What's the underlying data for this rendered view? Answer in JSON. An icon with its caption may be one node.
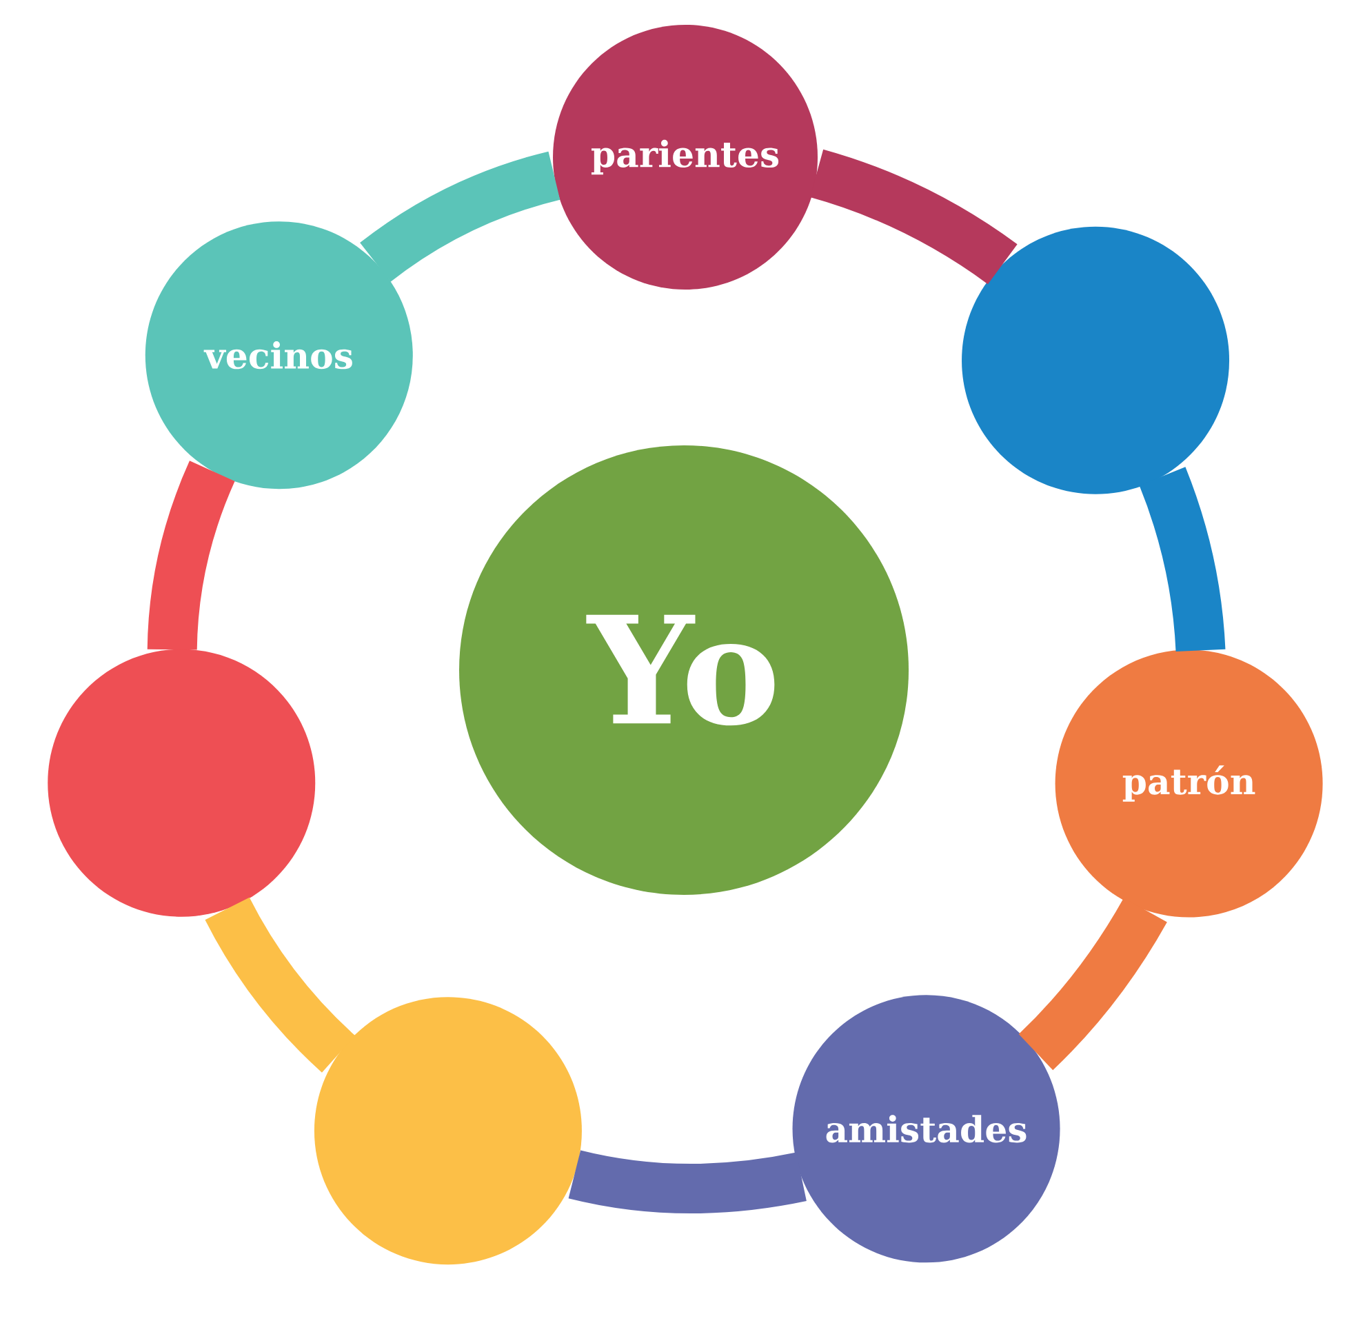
{
  "diagram": {
    "nodes": [
      {
        "text": [
          "parientes"
        ]
      },
      {
        "text": [],
        "shape": "circle"
      },
      {
        "text": [
          "patrón"
        ]
      },
      {
        "text": [
          "amistades"
        ]
      },
      {
        "text": [],
        "shape": "circle"
      },
      {
        "text": [],
        "shape": "circle"
      },
      {
        "text": [
          "vecinos"
        ]
      },
      {
        "text": [
          "Yo"
        ]
      }
    ],
    "edges": [
      {
        "from": 0,
        "to": 1,
        "arrow": "none",
        "color": "#b5395c"
      },
      {
        "from": 1,
        "to": 2,
        "arrow": "none",
        "color": "#1a85c7"
      },
      {
        "from": 2,
        "to": 3,
        "arrow": "none",
        "color": "#ef7b42"
      },
      {
        "from": 3,
        "to": 4,
        "arrow": "none",
        "color": "#636bad"
      },
      {
        "from": 4,
        "to": 5,
        "arrow": "none",
        "color": "#fcbf47"
      },
      {
        "from": 5,
        "to": 6,
        "arrow": "none",
        "color": "#ee4f54"
      },
      {
        "from": 6,
        "to": 0,
        "arrow": "none",
        "color": "#5bc4b8"
      }
    ]
  }
}
